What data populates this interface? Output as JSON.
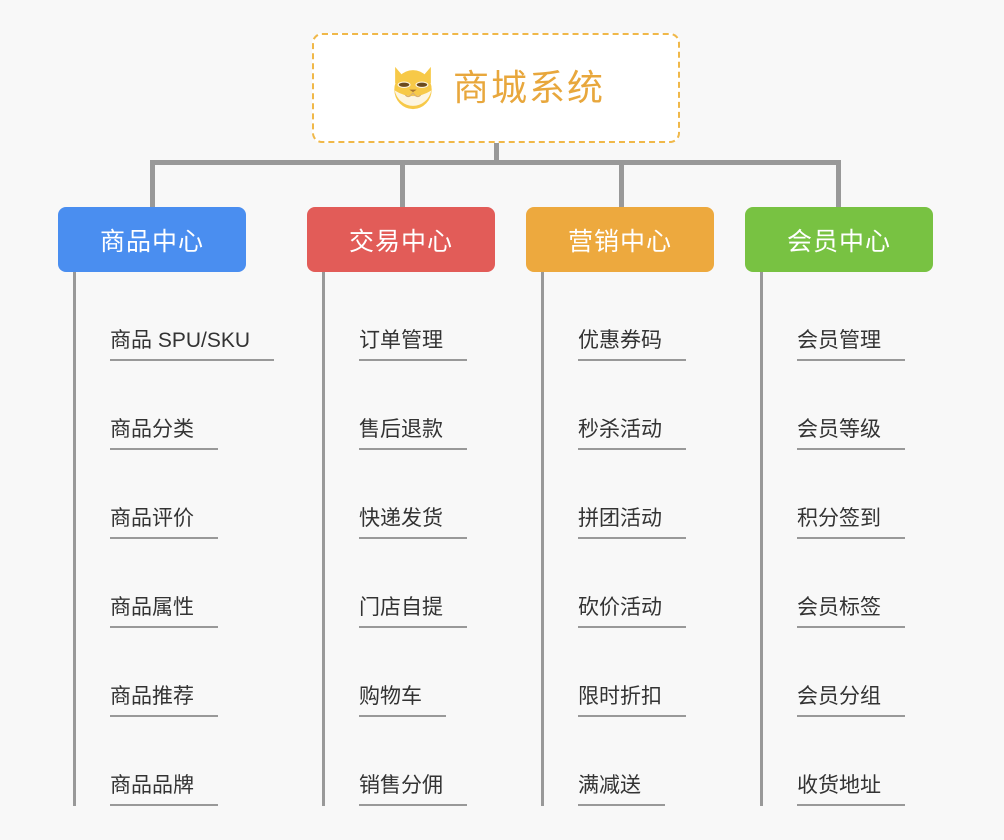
{
  "diagram": {
    "type": "org-chart",
    "root": {
      "title": "商城系统",
      "icon": "shiba-dog-icon",
      "title_color": "#e8a73c",
      "border_color": "#f0b849"
    },
    "connector_color": "#999999",
    "background_color": "#f8f8f8",
    "branches": [
      {
        "label": "商品中心",
        "color": "#4a8ef0",
        "items": [
          "商品 SPU/SKU",
          "商品分类",
          "商品评价",
          "商品属性",
          "商品推荐",
          "商品品牌"
        ]
      },
      {
        "label": "交易中心",
        "color": "#e25c58",
        "items": [
          "订单管理",
          "售后退款",
          "快递发货",
          "门店自提",
          "购物车",
          "销售分佣"
        ]
      },
      {
        "label": "营销中心",
        "color": "#eda93e",
        "items": [
          "优惠券码",
          "秒杀活动",
          "拼团活动",
          "砍价活动",
          "限时折扣",
          "满减送"
        ]
      },
      {
        "label": "会员中心",
        "color": "#78c242",
        "items": [
          "会员管理",
          "会员等级",
          "积分签到",
          "会员标签",
          "会员分组",
          "收货地址"
        ]
      }
    ]
  }
}
